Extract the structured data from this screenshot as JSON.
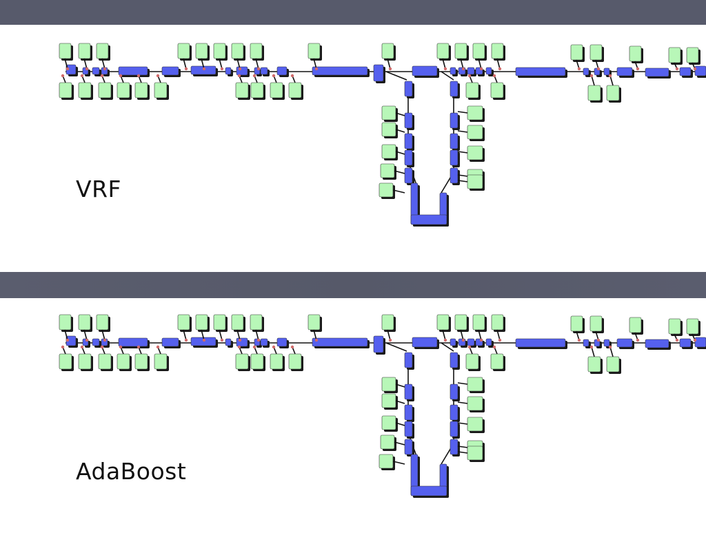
{
  "slide": {
    "panel_top_label": "VRF",
    "panel_bottom_label": "AdaBoost"
  },
  "colors": {
    "band": "#575a6b",
    "room_fill": "#b8f7b8",
    "corridor_fill": "#5560ee",
    "edge": "#111111",
    "shadow": "#1a1a1a",
    "junction_marker": "#d06a6a"
  },
  "diagram_style": {
    "type": "floor-plan segmentation graph",
    "node_kinds": [
      "room",
      "corridor"
    ]
  }
}
